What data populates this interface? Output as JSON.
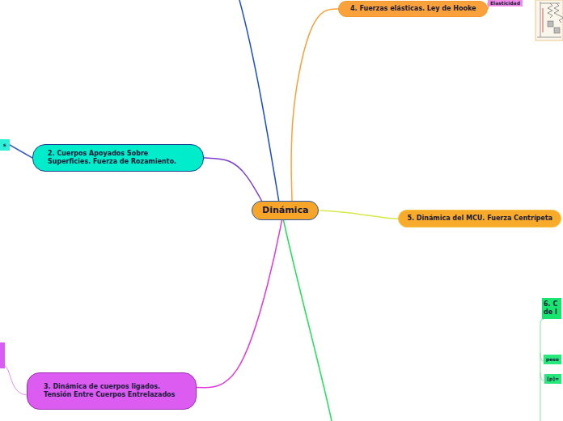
{
  "diagram": {
    "nodes": [
      {
        "text": [
          "4. Fuerzas elásticas. Ley de Hooke"
        ]
      },
      {
        "text": [
          "Elasticidad"
        ]
      },
      {
        "text": [
          "s"
        ]
      },
      {
        "text": [
          "2. Cuerpos Apoyados Sobre Superficies. Fuerza de Rozamiento."
        ]
      },
      {
        "text": [
          "Dinámica"
        ]
      },
      {
        "text": [
          "5. Dinámica del MCU. Fuerza Centrípeta"
        ]
      },
      {
        "text": [
          "6. C de l"
        ]
      },
      {
        "text": [
          "peso"
        ]
      },
      {
        "text": [
          "[p]="
        ]
      },
      {
        "text": [
          "3. Dinámica de cuerpos ligados. Tensión Entre Cuerpos Entrelazados"
        ]
      }
    ],
    "edges": [
      {
        "from": 4,
        "to": 0,
        "arrow": "none"
      },
      {
        "from": 0,
        "to": 1,
        "arrow": "none"
      },
      {
        "from": 4,
        "to": 3,
        "arrow": "none"
      },
      {
        "from": 3,
        "to": 2,
        "arrow": "none"
      },
      {
        "from": 4,
        "to": 5,
        "arrow": "none"
      },
      {
        "from": 4,
        "to": 9,
        "arrow": "none"
      }
    ]
  }
}
